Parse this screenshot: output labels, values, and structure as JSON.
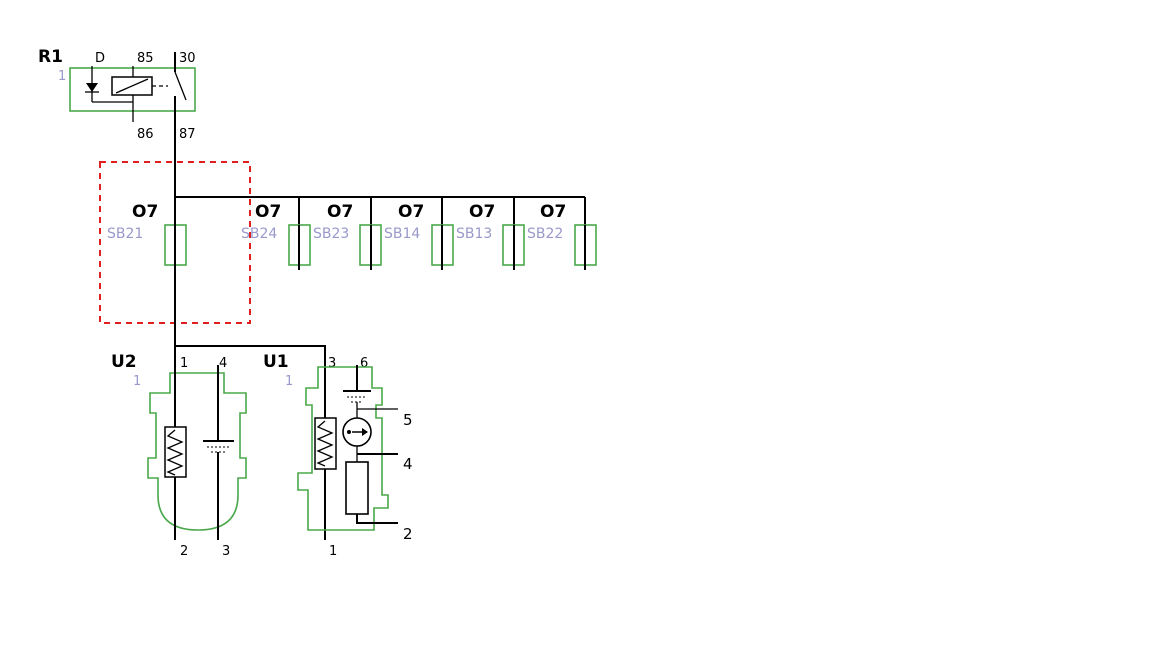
{
  "relay": {
    "id": "R1",
    "ref": "1",
    "pin_d": "D",
    "pin_85": "85",
    "pin_30": "30",
    "pin_86": "86",
    "pin_87": "87"
  },
  "fuses": [
    {
      "block": "O7",
      "ref": "SB21"
    },
    {
      "block": "O7",
      "ref": "SB24"
    },
    {
      "block": "O7",
      "ref": "SB23"
    },
    {
      "block": "O7",
      "ref": "SB14"
    },
    {
      "block": "O7",
      "ref": "SB13"
    },
    {
      "block": "O7",
      "ref": "SB22"
    }
  ],
  "u2": {
    "id": "U2",
    "ref": "1",
    "pin_top_1": "1",
    "pin_top_4": "4",
    "pin_bot_2": "2",
    "pin_bot_3": "3"
  },
  "u1": {
    "id": "U1",
    "ref": "1",
    "pin_top_3": "3",
    "pin_top_6": "6",
    "pin_5": "5",
    "pin_4": "4",
    "pin_2": "2",
    "pin_bot_1": "1"
  },
  "colors": {
    "component_outline": "#4aa84a",
    "selection_box": "#e02020",
    "reference_text": "#9999cc"
  }
}
